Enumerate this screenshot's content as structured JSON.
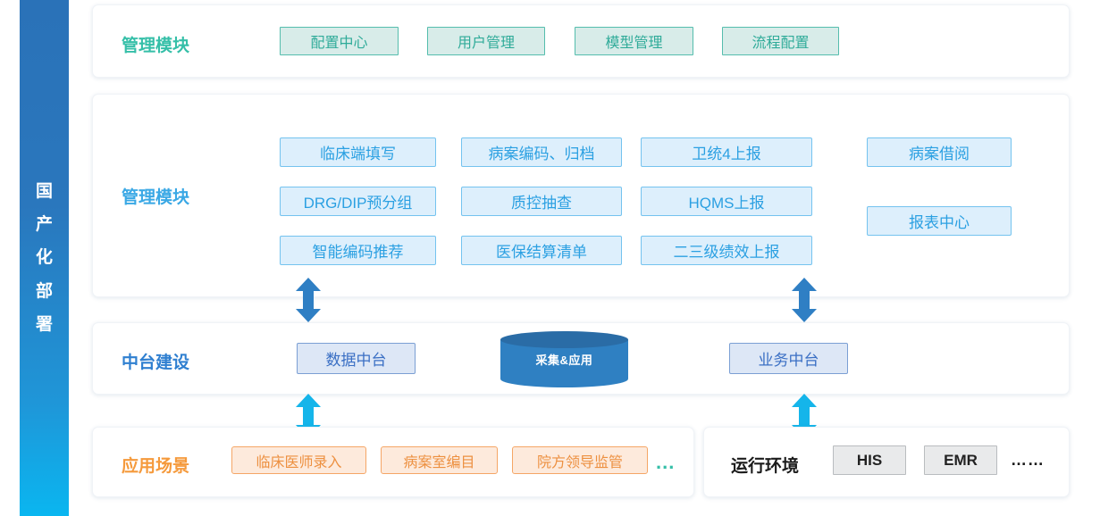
{
  "sidebar": {
    "text": "国\n产\n化\n部\n署"
  },
  "sections": {
    "admin_top": {
      "label": "管理模块",
      "label_color": "#35bfa8",
      "chips": [
        "配置中心",
        "用户管理",
        "模型管理",
        "流程配置"
      ]
    },
    "admin_main": {
      "label": "管理模块",
      "label_color": "#3aa8e5",
      "grid": [
        [
          "临床端填写",
          "病案编码、归档",
          "卫统4上报"
        ],
        [
          "DRG/DIP预分组",
          "质控抽查",
          "HQMS上报"
        ],
        [
          "智能编码推荐",
          "医保结算清单",
          "二三级绩效上报"
        ]
      ],
      "side_chips": [
        "病案借阅",
        "报表中心"
      ]
    },
    "platform": {
      "label": "中台建设",
      "label_color": "#2f7fd0",
      "left_chip": "数据中台",
      "right_chip": "业务中台",
      "cylinder_label": "采集&应用"
    },
    "scenarios": {
      "label": "应用场景",
      "label_color": "#f59a3c",
      "chips": [
        "临床医师录入",
        "病案室编目",
        "院方领导监管"
      ],
      "more": "..."
    },
    "runtime": {
      "label": "运行环境",
      "label_color": "#1b1b1b",
      "chips": [
        "HIS",
        "EMR"
      ],
      "more": "……"
    }
  },
  "colors": {
    "arrow_dark": "#2f7fc4",
    "arrow_cyan": "#15b5ea",
    "cylinder_body": "#2f80c2",
    "cylinder_top": "#2a6ca6"
  }
}
